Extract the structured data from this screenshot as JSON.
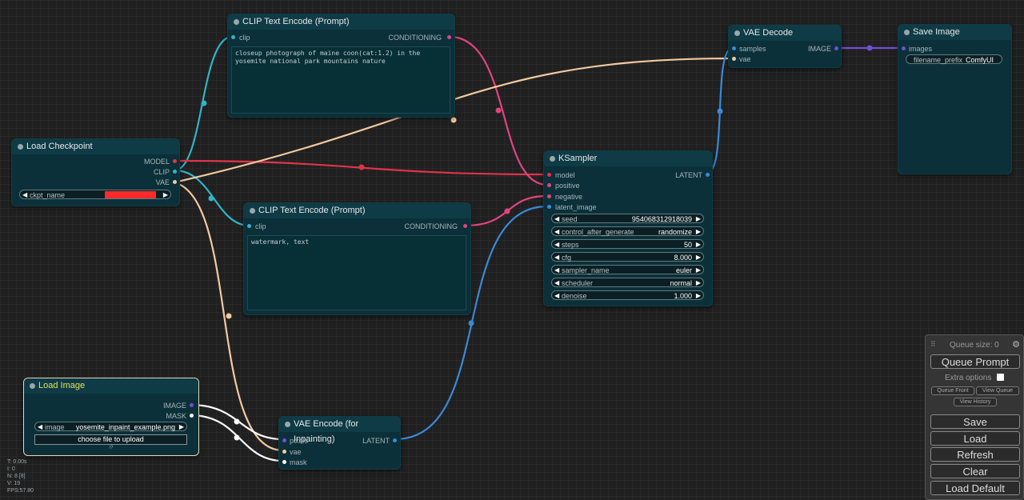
{
  "nodes": {
    "clip_top": {
      "title": "CLIP Text Encode (Prompt)",
      "input": "clip",
      "output": "CONDITIONING",
      "text": "closeup photograph of maine coon(cat:1.2) in the yosemite national park mountains nature"
    },
    "clip_bottom": {
      "title": "CLIP Text Encode (Prompt)",
      "input": "clip",
      "output": "CONDITIONING",
      "text": "watermark, text"
    },
    "checkpoint": {
      "title": "Load Checkpoint",
      "out_model": "MODEL",
      "out_clip": "CLIP",
      "out_vae": "VAE",
      "ckpt_label": "ckpt_name",
      "ckpt_value": ""
    },
    "ksampler": {
      "title": "KSampler",
      "in_model": "model",
      "in_positive": "positive",
      "in_negative": "negative",
      "in_latent": "latent_image",
      "output": "LATENT",
      "widgets": [
        {
          "label": "seed",
          "value": "954068312918039"
        },
        {
          "label": "control_after_generate",
          "value": "randomize"
        },
        {
          "label": "steps",
          "value": "50"
        },
        {
          "label": "cfg",
          "value": "8.000"
        },
        {
          "label": "sampler_name",
          "value": "euler"
        },
        {
          "label": "scheduler",
          "value": "normal"
        },
        {
          "label": "denoise",
          "value": "1.000"
        }
      ]
    },
    "vae_decode": {
      "title": "VAE Decode",
      "in_samples": "samples",
      "in_vae": "vae",
      "output": "IMAGE"
    },
    "save_image": {
      "title": "Save Image",
      "in_images": "images",
      "prefix_label": "filename_prefix",
      "prefix_value": "ComfyUI"
    },
    "load_image": {
      "title": "Load Image",
      "out_image": "IMAGE",
      "out_mask": "MASK",
      "image_label": "image",
      "image_value": "yosemite_inpaint_example.png",
      "upload": "choose file to upload",
      "size": "/?"
    },
    "vae_encode": {
      "title": "VAE Encode (for Inpainting)",
      "in_pixels": "pixels",
      "in_vae": "vae",
      "in_mask": "mask",
      "output": "LATENT"
    }
  },
  "stats": [
    "T: 0.00s",
    "I: 0",
    "N: 8 [8]",
    "V: 19",
    "FPS:57.80"
  ],
  "queue": {
    "size_label": "Queue size: 0",
    "queue_prompt": "Queue Prompt",
    "extra_options": "Extra options",
    "queue_front": "Queue Front",
    "view_queue": "View Queue",
    "view_history": "View History",
    "save": "Save",
    "load": "Load",
    "refresh": "Refresh",
    "clear": "Clear",
    "load_default": "Load Default"
  },
  "colors": {
    "clip": "#2fb5c8",
    "conditioning": "#e0457f",
    "model": "#e0334a",
    "vae": "#f3c9a1",
    "latent": "#3a8ad8",
    "image": "#6e4fd8",
    "mask": "#ffffff",
    "checkpoint_value_bg": "#ff2a2a"
  }
}
